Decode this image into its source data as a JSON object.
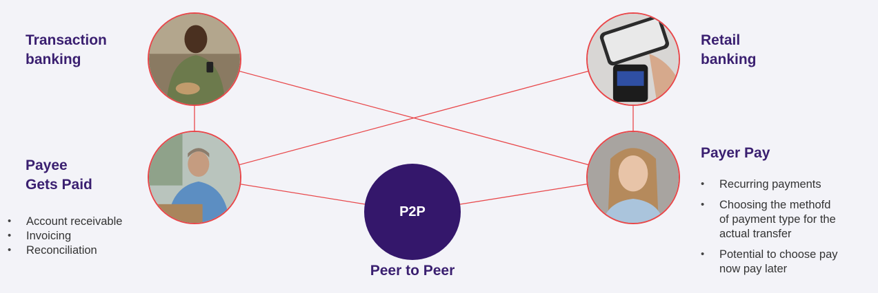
{
  "colors": {
    "accent": "#e8474a",
    "heading": "#3a1f70",
    "hub": "#34176b",
    "background": "#f3f3f8"
  },
  "transaction": {
    "title_line1": "Transaction",
    "title_line2": "banking"
  },
  "retail": {
    "title_line1": "Retail",
    "title_line2": "banking"
  },
  "payee": {
    "title_line1": "Payee",
    "title_line2": "Gets Paid",
    "bullets": [
      "Account receivable",
      "Invoicing",
      "Reconciliation"
    ]
  },
  "payer": {
    "title": "Payer Pay",
    "bullets": [
      [
        "Recurring payments"
      ],
      [
        "Choosing the methofd",
        "of payment type for the",
        "actual transfer"
      ],
      [
        "Potential to choose pay",
        "now pay later"
      ]
    ]
  },
  "hub": {
    "label": "P2P",
    "caption": "Peer to Peer"
  }
}
